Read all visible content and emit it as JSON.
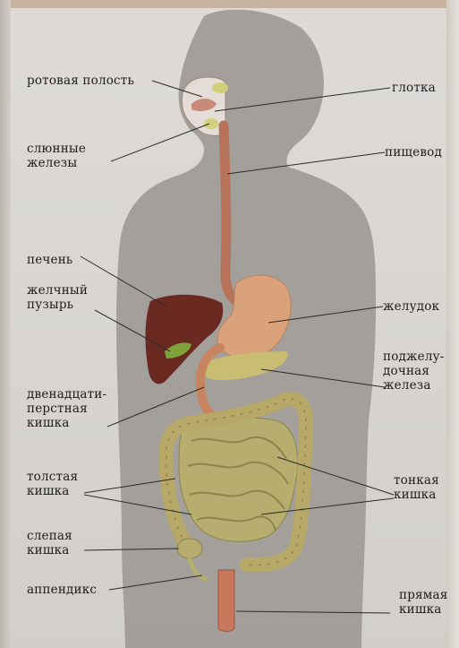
{
  "labels": {
    "oral_cavity": "ротовая полость",
    "pharynx": "глотка",
    "salivary_glands": "слюнные\nжелезы",
    "esophagus": "пищевод",
    "liver": "печень",
    "gallbladder": "желчный\nпузырь",
    "stomach": "желудок",
    "pancreas": "поджелу-\nдочная\nжелеза",
    "duodenum": "двенадцати-\nперстная\nкишка",
    "large_intestine": "толстая\nкишка",
    "small_intestine": "тонкая\nкишка",
    "cecum": "слепая\nкишка",
    "appendix": "аппендикс",
    "rectum": "прямая\nкишка"
  },
  "colors": {
    "silhouette": "#9e9a96",
    "liver": "#6a2a22",
    "stomach": "#d9a27a",
    "intestine": "#b6ad6e",
    "esophagus": "#b7735a",
    "pancreas": "#c9bd72",
    "gallbladder": "#7fa23a",
    "rectum": "#c8765c",
    "label_text": "#1c1c1c",
    "leader_line": "#2a2a2a"
  }
}
